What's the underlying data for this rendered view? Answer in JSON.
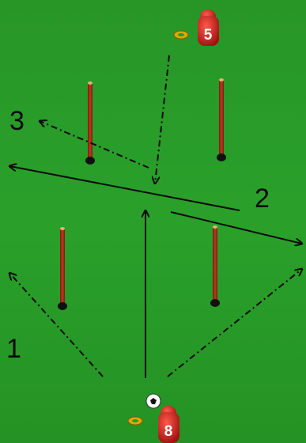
{
  "drill": {
    "step_labels": [
      "1",
      "2",
      "3"
    ],
    "players": [
      {
        "number": "5",
        "color": "#d21f1f"
      },
      {
        "number": "8",
        "color": "#d21f1f"
      }
    ],
    "pole_color": "#b5301a",
    "cone_color": "#e0a800",
    "line_color": "#0a0a0a",
    "pitch_color": "#2a9a2a"
  }
}
